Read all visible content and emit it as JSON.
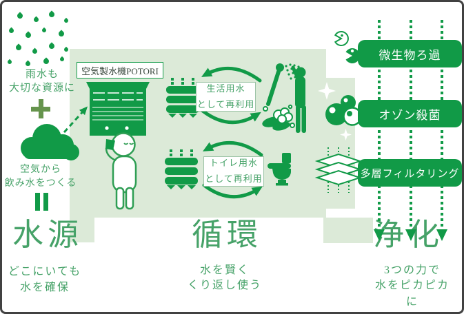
{
  "sections": {
    "source": {
      "rain_note": [
        "雨水も",
        "大切な資源に"
      ],
      "plus_symbol": "+",
      "air_note": [
        "空気から",
        "飲み水をつくる"
      ],
      "equals_symbol": "=",
      "heading": "水源",
      "subtitle": [
        "どこにいても",
        "水を確保"
      ]
    },
    "machine": {
      "label": "空気製水機POTORI"
    },
    "cycle": {
      "loop_top": [
        "生活用水",
        "として再利用"
      ],
      "loop_bottom": [
        "トイレ用水",
        "として再利用"
      ],
      "heading": "循環",
      "subtitle": [
        "水を賢く",
        "くり返し使う"
      ]
    },
    "purify": {
      "badges": [
        "微生物ろ過",
        "オゾン殺菌",
        "多層フィルタリング"
      ],
      "heading": "浄化",
      "subtitle": [
        "3つの力で",
        "水をピカピカに"
      ]
    }
  },
  "icons": {
    "raindrops-icon": "green teardrops",
    "plus-icon": "thick plus sign",
    "cloud-icon": "solid green cloud",
    "dashed-arrow-icon": "dashed diagonal arrow",
    "equals-icon": "vertical double bars",
    "water-machine-icon": "louvered water generator box",
    "person-drinking-icon": "outline person drinking a cup",
    "filter-icon": "stacked filter bars with drip arrows",
    "cycle-arrows-icon": "circular recycle arrows",
    "shower-handwash-icon": "person showering and washing hands",
    "toilet-icon": "toilet silhouette",
    "microbes-icon": "two microbe pac-man cells",
    "ozone-bubbles-icon": "three ozone bubbles",
    "sparkle-icon": "four point sparkle",
    "layers-filter-icon": "three stacked filter sheets",
    "down-dotted-arrow-icon": "dotted line with down arrowhead"
  },
  "colors": {
    "primary_green": "#119a47",
    "panel_green": "#dcead8",
    "text_green": "#46a268",
    "plus_olive": "#66944d",
    "machine_stripe": "#86cd9e",
    "border_gray": "#414141",
    "badge_text": "#ffffff"
  }
}
